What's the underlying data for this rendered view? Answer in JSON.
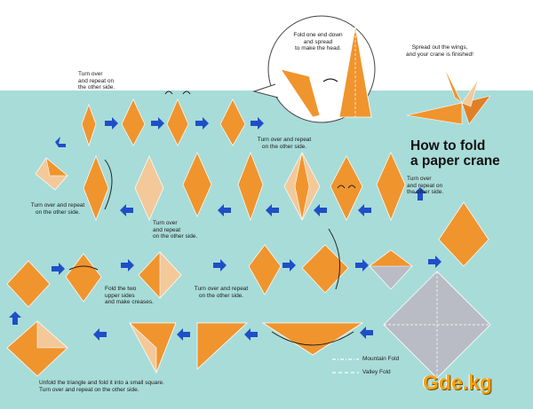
{
  "title": "How to fold\na paper crane",
  "labels": {
    "head_fold": "Fold one end down\nand spread\nto make the head.",
    "finished": "Spread out the wings,\nand your crane is finished!",
    "turn_top": "Turn over\nand repeat on\nthe other side.",
    "turn_mid_center": "Turn over and repeat\non the other side.",
    "turn_right": "Turn over\nand repeat on\nthe other side.",
    "turn_left": "Turn over and repeat\non the other side.",
    "turn_row3": "Turn over\nand repeat\non the other side.",
    "fold_two": "Fold the two\nupper sides\nand make creases.",
    "turn_row4": "Turn over and repeat\non the other side.",
    "unfold": "Unfold the triangle and fold it into a small square.\nTurn over and repeat on the other side."
  },
  "legend": {
    "mountain": "Mountain Fold",
    "valley": "Valley Fold"
  },
  "watermark": "Gde.kg",
  "colors": {
    "background_panel": "#a8dcd8",
    "paper_front": "#f0942e",
    "paper_back": "#f3c99a",
    "paper_grey": "#b9bcc4",
    "arrow": "#1f4fc7"
  }
}
